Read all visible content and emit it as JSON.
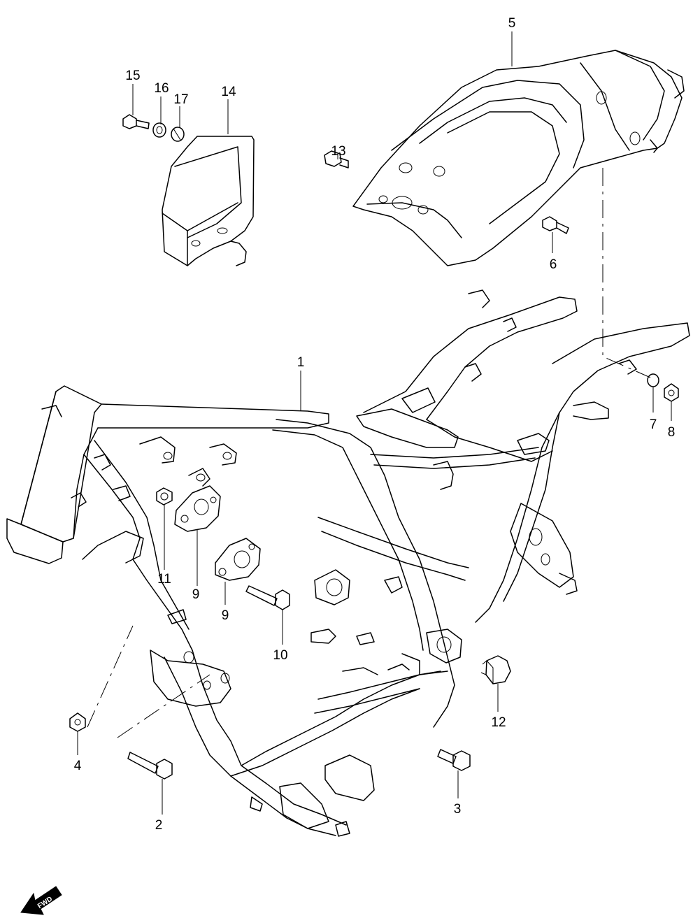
{
  "diagram": {
    "callouts": [
      {
        "id": "c1",
        "label": "1"
      },
      {
        "id": "c2",
        "label": "2"
      },
      {
        "id": "c3",
        "label": "3"
      },
      {
        "id": "c4",
        "label": "4"
      },
      {
        "id": "c5",
        "label": "5"
      },
      {
        "id": "c6",
        "label": "6"
      },
      {
        "id": "c7",
        "label": "7"
      },
      {
        "id": "c8",
        "label": "8"
      },
      {
        "id": "c9a",
        "label": "9"
      },
      {
        "id": "c9b",
        "label": "9"
      },
      {
        "id": "c10",
        "label": "10"
      },
      {
        "id": "c11",
        "label": "11"
      },
      {
        "id": "c12",
        "label": "12"
      },
      {
        "id": "c13",
        "label": "13"
      },
      {
        "id": "c14",
        "label": "14"
      },
      {
        "id": "c15",
        "label": "15"
      },
      {
        "id": "c16",
        "label": "16"
      },
      {
        "id": "c17",
        "label": "17"
      }
    ],
    "fwd_label": "FWD"
  }
}
